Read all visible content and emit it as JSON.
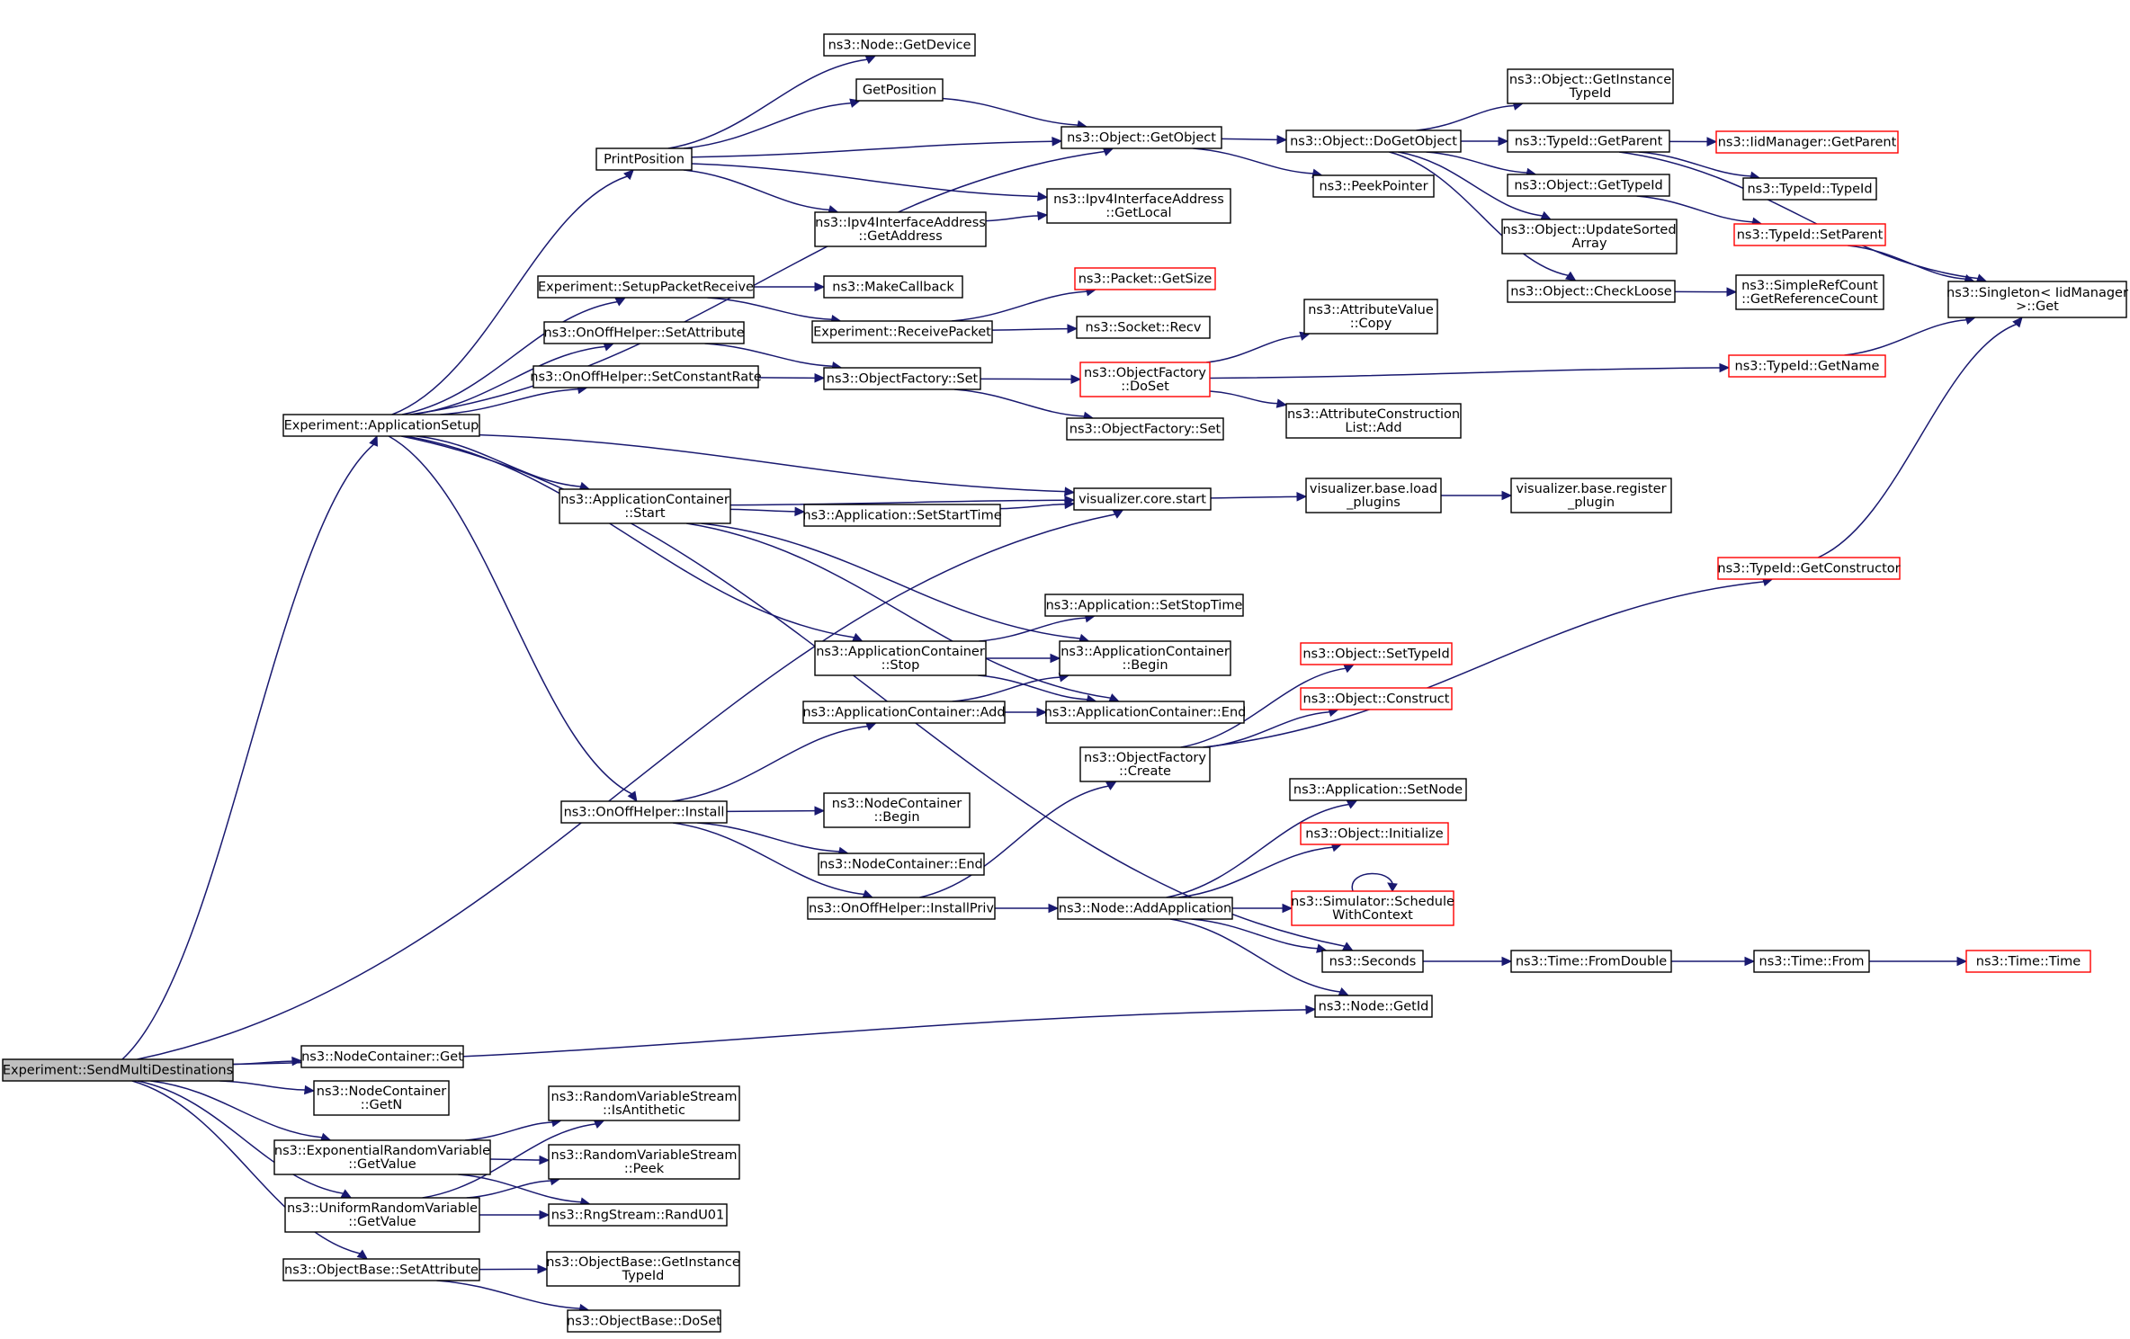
{
  "graph": {
    "nodes": [
      {
        "id": "root",
        "lines": [
          "Experiment::SendMultiDestinations"
        ],
        "style": "root"
      },
      {
        "id": "appsetup",
        "lines": [
          "Experiment::ApplicationSetup"
        ],
        "style": "normal"
      },
      {
        "id": "getdevice",
        "lines": [
          "ns3::Node::GetDevice"
        ],
        "style": "normal"
      },
      {
        "id": "getposition",
        "lines": [
          "GetPosition"
        ],
        "style": "normal"
      },
      {
        "id": "printposition",
        "lines": [
          "PrintPosition"
        ],
        "style": "normal"
      },
      {
        "id": "getaddress",
        "lines": [
          "ns3::Ipv4InterfaceAddress",
          "::GetAddress"
        ],
        "style": "normal"
      },
      {
        "id": "getobject",
        "lines": [
          "ns3::Object::GetObject"
        ],
        "style": "normal"
      },
      {
        "id": "getlocal",
        "lines": [
          "ns3::Ipv4InterfaceAddress",
          "::GetLocal"
        ],
        "style": "normal"
      },
      {
        "id": "dogetobject",
        "lines": [
          "ns3::Object::DoGetObject"
        ],
        "style": "normal"
      },
      {
        "id": "peekpointer",
        "lines": [
          "ns3::PeekPointer"
        ],
        "style": "normal"
      },
      {
        "id": "getinstancetypeid",
        "lines": [
          "ns3::Object::GetInstance",
          "TypeId"
        ],
        "style": "normal"
      },
      {
        "id": "getparent",
        "lines": [
          "ns3::TypeId::GetParent"
        ],
        "style": "normal"
      },
      {
        "id": "iidgetparent",
        "lines": [
          "ns3::IidManager::GetParent"
        ],
        "style": "red"
      },
      {
        "id": "typeidtypeid",
        "lines": [
          "ns3::TypeId::TypeId"
        ],
        "style": "normal"
      },
      {
        "id": "objgettypeid",
        "lines": [
          "ns3::Object::GetTypeId"
        ],
        "style": "normal"
      },
      {
        "id": "setparent",
        "lines": [
          "ns3::TypeId::SetParent"
        ],
        "style": "red"
      },
      {
        "id": "updatesorted",
        "lines": [
          "ns3::Object::UpdateSorted",
          "Array"
        ],
        "style": "normal"
      },
      {
        "id": "checkloose",
        "lines": [
          "ns3::Object::CheckLoose"
        ],
        "style": "normal"
      },
      {
        "id": "getrefcount",
        "lines": [
          "ns3::SimpleRefCount",
          "::GetReferenceCount"
        ],
        "style": "normal"
      },
      {
        "id": "singletonget",
        "lines": [
          "ns3::Singleton< IidManager",
          "  >::Get"
        ],
        "style": "normal"
      },
      {
        "id": "setuprecv",
        "lines": [
          "Experiment::SetupPacketReceive"
        ],
        "style": "normal"
      },
      {
        "id": "makecallback",
        "lines": [
          "ns3::MakeCallback"
        ],
        "style": "normal"
      },
      {
        "id": "packetgetsize",
        "lines": [
          "ns3::Packet::GetSize"
        ],
        "style": "red"
      },
      {
        "id": "receivepacket",
        "lines": [
          "Experiment::ReceivePacket"
        ],
        "style": "normal"
      },
      {
        "id": "socketrecv",
        "lines": [
          "ns3::Socket::Recv"
        ],
        "style": "normal"
      },
      {
        "id": "onoffsetattr",
        "lines": [
          "ns3::OnOffHelper::SetAttribute"
        ],
        "style": "normal"
      },
      {
        "id": "onoffconstrate",
        "lines": [
          "ns3::OnOffHelper::SetConstantRate"
        ],
        "style": "normal"
      },
      {
        "id": "objfactoryset",
        "lines": [
          "ns3::ObjectFactory::Set"
        ],
        "style": "normal"
      },
      {
        "id": "objfactorydoset",
        "lines": [
          "ns3::ObjectFactory",
          "::DoSet"
        ],
        "style": "red"
      },
      {
        "id": "objfactoryset2",
        "lines": [
          "ns3::ObjectFactory::Set"
        ],
        "style": "normal"
      },
      {
        "id": "attrvaluecopy",
        "lines": [
          "ns3::AttributeValue",
          "::Copy"
        ],
        "style": "normal"
      },
      {
        "id": "attrconstradd",
        "lines": [
          "ns3::AttributeConstruction",
          "List::Add"
        ],
        "style": "normal"
      },
      {
        "id": "typeidgetname",
        "lines": [
          "ns3::TypeId::GetName"
        ],
        "style": "red"
      },
      {
        "id": "appcontstart",
        "lines": [
          "ns3::ApplicationContainer",
          "::Start"
        ],
        "style": "normal"
      },
      {
        "id": "appsetstarttime",
        "lines": [
          "ns3::Application::SetStartTime"
        ],
        "style": "normal"
      },
      {
        "id": "viscorestart",
        "lines": [
          "visualizer.core.start"
        ],
        "style": "normal"
      },
      {
        "id": "visbaseload",
        "lines": [
          "visualizer.base.load",
          "_plugins"
        ],
        "style": "normal"
      },
      {
        "id": "visbasereg",
        "lines": [
          "visualizer.base.register",
          "_plugin"
        ],
        "style": "normal"
      },
      {
        "id": "getconstructor",
        "lines": [
          "ns3::TypeId::GetConstructor"
        ],
        "style": "red"
      },
      {
        "id": "appsetstoptime",
        "lines": [
          "ns3::Application::SetStopTime"
        ],
        "style": "normal"
      },
      {
        "id": "appcontstop",
        "lines": [
          "ns3::ApplicationContainer",
          "::Stop"
        ],
        "style": "normal"
      },
      {
        "id": "appcontbegin",
        "lines": [
          "ns3::ApplicationContainer",
          "::Begin"
        ],
        "style": "normal"
      },
      {
        "id": "appcontadd",
        "lines": [
          "ns3::ApplicationContainer::Add"
        ],
        "style": "normal"
      },
      {
        "id": "appcontend",
        "lines": [
          "ns3::ApplicationContainer::End"
        ],
        "style": "normal"
      },
      {
        "id": "objsettypeid",
        "lines": [
          "ns3::Object::SetTypeId"
        ],
        "style": "red"
      },
      {
        "id": "objconstruct",
        "lines": [
          "ns3::Object::Construct"
        ],
        "style": "red"
      },
      {
        "id": "objfactorycreate",
        "lines": [
          "ns3::ObjectFactory",
          "::Create"
        ],
        "style": "normal"
      },
      {
        "id": "onoffinstall",
        "lines": [
          "ns3::OnOffHelper::Install"
        ],
        "style": "normal"
      },
      {
        "id": "nodecontbegin",
        "lines": [
          "ns3::NodeContainer",
          "::Begin"
        ],
        "style": "normal"
      },
      {
        "id": "nodecontend",
        "lines": [
          "ns3::NodeContainer::End"
        ],
        "style": "normal"
      },
      {
        "id": "appsetnode",
        "lines": [
          "ns3::Application::SetNode"
        ],
        "style": "normal"
      },
      {
        "id": "objinitialize",
        "lines": [
          "ns3::Object::Initialize"
        ],
        "style": "red"
      },
      {
        "id": "simschedule",
        "lines": [
          "ns3::Simulator::Schedule",
          "WithContext"
        ],
        "style": "red"
      },
      {
        "id": "onoffinstallpriv",
        "lines": [
          "ns3::OnOffHelper::InstallPriv"
        ],
        "style": "normal"
      },
      {
        "id": "nodeaddapp",
        "lines": [
          "ns3::Node::AddApplication"
        ],
        "style": "normal"
      },
      {
        "id": "seconds",
        "lines": [
          "ns3::Seconds"
        ],
        "style": "normal"
      },
      {
        "id": "timefromdouble",
        "lines": [
          "ns3::Time::FromDouble"
        ],
        "style": "normal"
      },
      {
        "id": "timefrom",
        "lines": [
          "ns3::Time::From"
        ],
        "style": "normal"
      },
      {
        "id": "timetime",
        "lines": [
          "ns3::Time::Time"
        ],
        "style": "red"
      },
      {
        "id": "nodegetid",
        "lines": [
          "ns3::Node::GetId"
        ],
        "style": "normal"
      },
      {
        "id": "nodecontget",
        "lines": [
          "ns3::NodeContainer::Get"
        ],
        "style": "normal"
      },
      {
        "id": "nodecontgetn",
        "lines": [
          "ns3::NodeContainer",
          "::GetN"
        ],
        "style": "normal"
      },
      {
        "id": "exprandgetvalue",
        "lines": [
          "ns3::ExponentialRandomVariable",
          "::GetValue"
        ],
        "style": "normal"
      },
      {
        "id": "isantithetic",
        "lines": [
          "ns3::RandomVariableStream",
          "::IsAntithetic"
        ],
        "style": "normal"
      },
      {
        "id": "rvspeek",
        "lines": [
          "ns3::RandomVariableStream",
          "::Peek"
        ],
        "style": "normal"
      },
      {
        "id": "unirandgetvalue",
        "lines": [
          "ns3::UniformRandomVariable",
          "::GetValue"
        ],
        "style": "normal"
      },
      {
        "id": "randu01",
        "lines": [
          "ns3::RngStream::RandU01"
        ],
        "style": "normal"
      },
      {
        "id": "objbasesetattr",
        "lines": [
          "ns3::ObjectBase::SetAttribute"
        ],
        "style": "normal"
      },
      {
        "id": "objbasegetinst",
        "lines": [
          "ns3::ObjectBase::GetInstance",
          "TypeId"
        ],
        "style": "normal"
      },
      {
        "id": "objbasedoset",
        "lines": [
          "ns3::ObjectBase::DoSet"
        ],
        "style": "normal"
      }
    ],
    "edges": [
      [
        "root",
        "appsetup"
      ],
      [
        "root",
        "viscorestart"
      ],
      [
        "root",
        "nodegetid"
      ],
      [
        "root",
        "nodecontget"
      ],
      [
        "root",
        "nodecontgetn"
      ],
      [
        "root",
        "exprandgetvalue"
      ],
      [
        "root",
        "unirandgetvalue"
      ],
      [
        "root",
        "objbasesetattr"
      ],
      [
        "appsetup",
        "printposition"
      ],
      [
        "appsetup",
        "getobject"
      ],
      [
        "appsetup",
        "setuprecv"
      ],
      [
        "appsetup",
        "onoffsetattr"
      ],
      [
        "appsetup",
        "onoffconstrate"
      ],
      [
        "appsetup",
        "viscorestart"
      ],
      [
        "appsetup",
        "appcontstart"
      ],
      [
        "appsetup",
        "appcontstop"
      ],
      [
        "appsetup",
        "onoffinstall"
      ],
      [
        "appsetup",
        "seconds"
      ],
      [
        "printposition",
        "getdevice"
      ],
      [
        "printposition",
        "getposition"
      ],
      [
        "printposition",
        "getobject"
      ],
      [
        "printposition",
        "getaddress"
      ],
      [
        "printposition",
        "getlocal"
      ],
      [
        "getposition",
        "getobject"
      ],
      [
        "getaddress",
        "getlocal"
      ],
      [
        "getobject",
        "dogetobject"
      ],
      [
        "getobject",
        "peekpointer"
      ],
      [
        "dogetobject",
        "getinstancetypeid"
      ],
      [
        "dogetobject",
        "getparent"
      ],
      [
        "dogetobject",
        "objgettypeid"
      ],
      [
        "dogetobject",
        "updatesorted"
      ],
      [
        "dogetobject",
        "checkloose"
      ],
      [
        "getparent",
        "iidgetparent"
      ],
      [
        "getparent",
        "typeidtypeid"
      ],
      [
        "getparent",
        "singletonget"
      ],
      [
        "objgettypeid",
        "setparent"
      ],
      [
        "setparent",
        "singletonget"
      ],
      [
        "checkloose",
        "getrefcount"
      ],
      [
        "setuprecv",
        "makecallback"
      ],
      [
        "setuprecv",
        "receivepacket"
      ],
      [
        "receivepacket",
        "packetgetsize"
      ],
      [
        "receivepacket",
        "socketrecv"
      ],
      [
        "onoffsetattr",
        "objfactoryset"
      ],
      [
        "onoffconstrate",
        "objfactoryset"
      ],
      [
        "objfactoryset",
        "objfactorydoset"
      ],
      [
        "objfactoryset",
        "objfactoryset2"
      ],
      [
        "objfactorydoset",
        "attrvaluecopy"
      ],
      [
        "objfactorydoset",
        "attrconstradd"
      ],
      [
        "objfactorydoset",
        "typeidgetname"
      ],
      [
        "typeidgetname",
        "singletonget"
      ],
      [
        "appcontstart",
        "viscorestart"
      ],
      [
        "appcontstart",
        "appsetstarttime"
      ],
      [
        "appcontstart",
        "appcontbegin"
      ],
      [
        "appcontstart",
        "appcontend"
      ],
      [
        "appsetstarttime",
        "viscorestart"
      ],
      [
        "viscorestart",
        "visbaseload"
      ],
      [
        "visbaseload",
        "visbasereg"
      ],
      [
        "getconstructor",
        "singletonget"
      ],
      [
        "appcontstop",
        "appsetstoptime"
      ],
      [
        "appcontstop",
        "appcontbegin"
      ],
      [
        "appcontstop",
        "appcontend"
      ],
      [
        "appcontadd",
        "appcontbegin"
      ],
      [
        "appcontadd",
        "appcontend"
      ],
      [
        "objfactorycreate",
        "objsettypeid"
      ],
      [
        "objfactorycreate",
        "objconstruct"
      ],
      [
        "objfactorycreate",
        "getconstructor"
      ],
      [
        "onoffinstall",
        "appcontadd"
      ],
      [
        "onoffinstall",
        "nodecontbegin"
      ],
      [
        "onoffinstall",
        "nodecontend"
      ],
      [
        "onoffinstall",
        "onoffinstallpriv"
      ],
      [
        "onoffinstallpriv",
        "objfactorycreate"
      ],
      [
        "onoffinstallpriv",
        "nodeaddapp"
      ],
      [
        "nodeaddapp",
        "appsetnode"
      ],
      [
        "nodeaddapp",
        "objinitialize"
      ],
      [
        "nodeaddapp",
        "simschedule"
      ],
      [
        "nodeaddapp",
        "seconds"
      ],
      [
        "nodeaddapp",
        "nodegetid"
      ],
      [
        "simschedule",
        "simschedule"
      ],
      [
        "seconds",
        "timefromdouble"
      ],
      [
        "timefromdouble",
        "timefrom"
      ],
      [
        "timefrom",
        "timetime"
      ],
      [
        "exprandgetvalue",
        "isantithetic"
      ],
      [
        "exprandgetvalue",
        "rvspeek"
      ],
      [
        "exprandgetvalue",
        "randu01"
      ],
      [
        "unirandgetvalue",
        "isantithetic"
      ],
      [
        "unirandgetvalue",
        "rvspeek"
      ],
      [
        "unirandgetvalue",
        "randu01"
      ],
      [
        "objbasesetattr",
        "objbasegetinst"
      ],
      [
        "objbasesetattr",
        "objbasedoset"
      ]
    ],
    "colors": {
      "edge": "#191970",
      "node_border": "#000000",
      "red_border": "#ff0000",
      "root_fill": "#bfbfbf",
      "background": "#ffffff"
    }
  }
}
